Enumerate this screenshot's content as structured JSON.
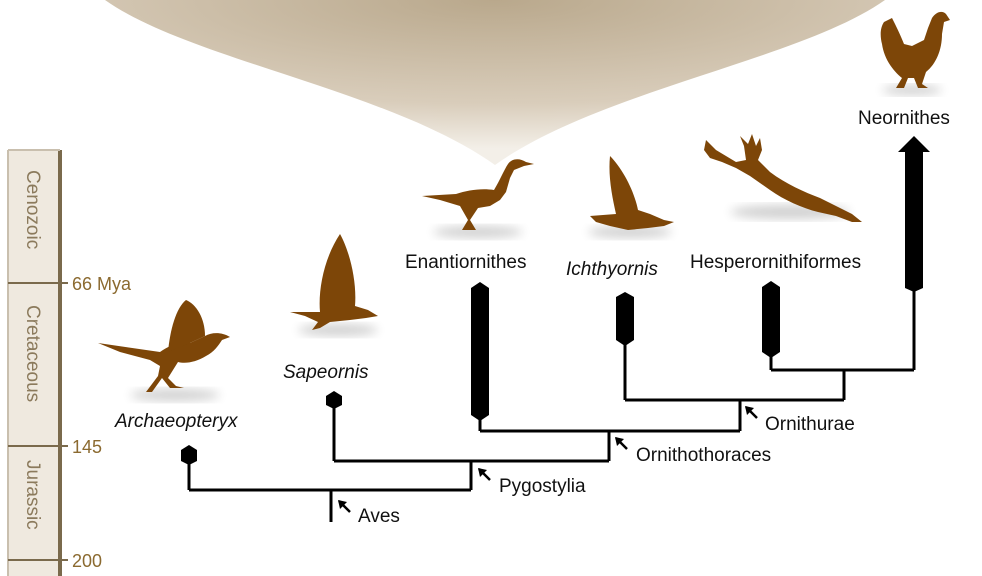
{
  "colors": {
    "bird": "#7d4608",
    "timebar": "#efe9df",
    "timebar_border": "#7a6a4c",
    "tick_label": "#8b6a30",
    "era_label": "#8b7a5c",
    "top_gradient": "#c8b9a2"
  },
  "timescale": {
    "eras": [
      {
        "name": "Cenozoic"
      },
      {
        "name": "Cretaceous"
      },
      {
        "name": "Jurassic"
      }
    ],
    "ticks": [
      {
        "label": "66 Mya"
      },
      {
        "label": "145"
      },
      {
        "label": "200"
      }
    ]
  },
  "taxa": {
    "archaeopteryx": "Archaeopteryx",
    "sapeornis": "Sapeornis",
    "enantiornithes": "Enantiornithes",
    "ichthyornis": "Ichthyornis",
    "hesperornithiformes": "Hesperornithiformes",
    "neornithes": "Neornithes"
  },
  "clades": {
    "aves": "Aves",
    "pygostylia": "Pygostylia",
    "ornithothoraces": "Ornithothoraces",
    "ornithurae": "Ornithurae"
  },
  "icons": [
    "archaeopteryx-silhouette-icon",
    "sapeornis-silhouette-icon",
    "enantiornithes-silhouette-icon",
    "ichthyornis-silhouette-icon",
    "hesperornis-silhouette-icon",
    "chicken-silhouette-icon",
    "arrow-pointer-icon"
  ]
}
